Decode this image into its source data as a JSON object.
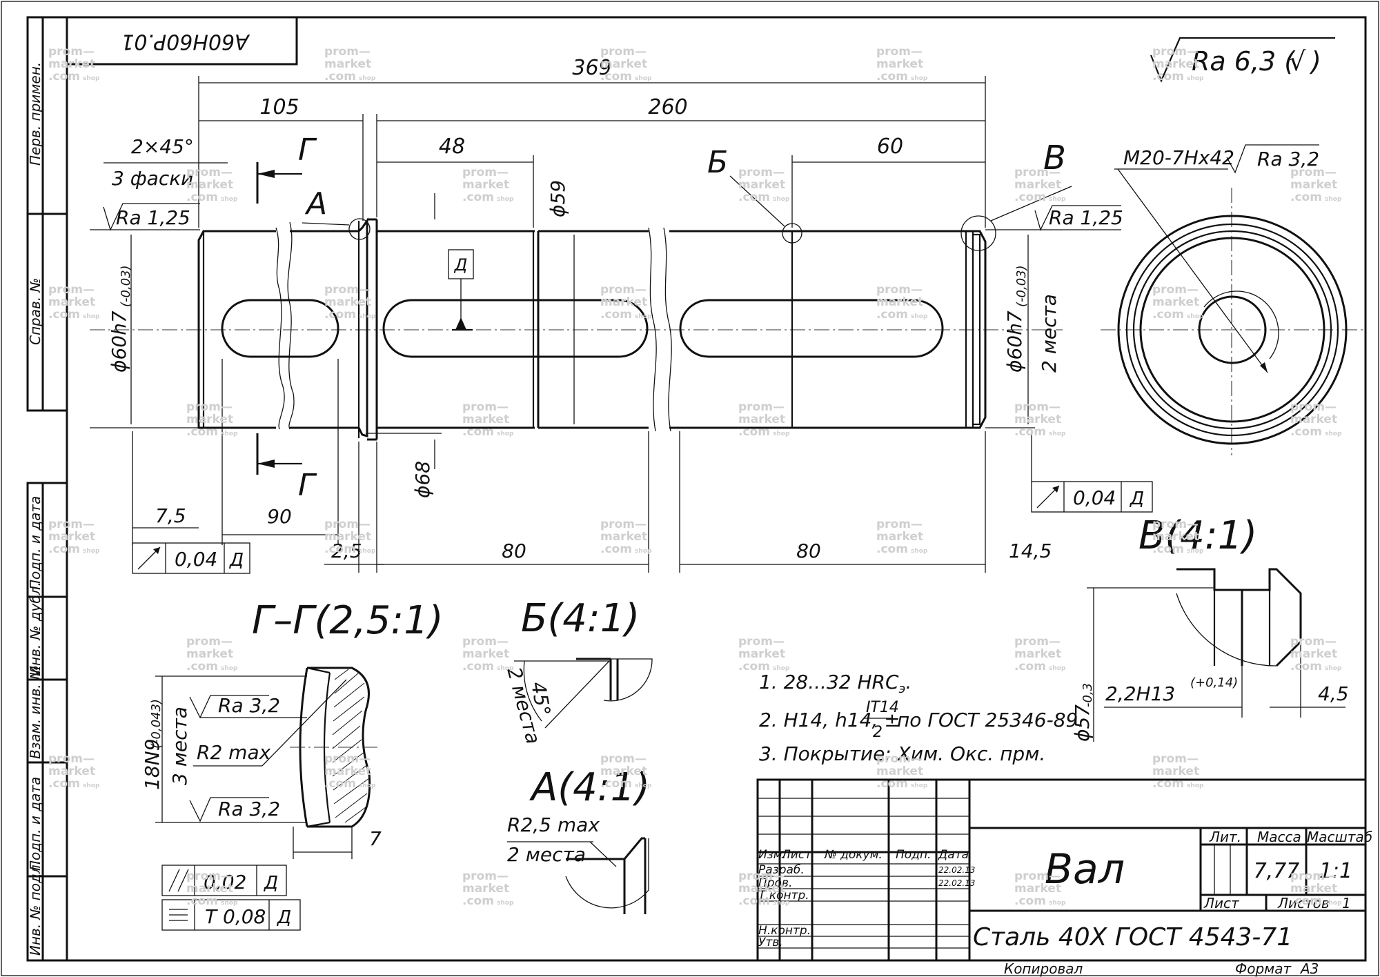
{
  "drawing_code": "А60Н60Р.01",
  "side_strip": [
    "Перв. примен.",
    "Справ. №",
    "Подп. и дата",
    "Инв. № дубл.",
    "Взам. инв. №",
    "Подп. и дата",
    "Инв. № подл."
  ],
  "roughness_general": "Ra 6,3 (",
  "roughness_general_check": "√",
  "roughness_general_close": ")",
  "dims": {
    "total": "369",
    "d105": "105",
    "d260": "260",
    "d48": "48",
    "d60": "60",
    "chamfer": "2×45°",
    "chamfer_note": "3 фаски",
    "ra125_left": "Ra 1,25",
    "ra125_right": "Ra 1,25",
    "dia60_left": "ϕ60h7",
    "dia60_left_tol": "(-0,03)",
    "dia60_right": "ϕ60h7",
    "dia60_right_tol": "(-0,03)",
    "places2": "2 места",
    "dia59": "ϕ59",
    "dia68": "ϕ68",
    "d75": "7,5",
    "d90": "90",
    "d25": "2,5",
    "d80a": "80",
    "d80b": "80",
    "d145": "14,5",
    "datum": "Д",
    "thread": "M20-7Hx42",
    "ra32_thread": "Ra 3,2"
  },
  "labels": {
    "A": "А",
    "B": "Б",
    "V": "В",
    "G": "Г",
    "G2": "Г"
  },
  "tolerance_left": {
    "value": "0,04",
    "datum": "Д"
  },
  "tolerance_right": {
    "value": "0,04",
    "datum": "Д"
  },
  "section_gg": {
    "title": "Г–Г(2,5:1)",
    "ra32a": "Ra 3,2",
    "r2": "R2 max",
    "ra32b": "Ra 3,2",
    "width": "18N9",
    "width_tol": "(-0,043)",
    "places": "3 места",
    "depth": "7",
    "tol1": {
      "value": "0,02",
      "datum": "Д"
    },
    "tol2": {
      "value": "T 0,08",
      "datum": "Д"
    }
  },
  "detail_b": {
    "title": "Б(4:1)",
    "angle": "45°",
    "places": "2 места"
  },
  "detail_a": {
    "title": "А(4:1)",
    "radius": "R2,5 max",
    "places": "2 места"
  },
  "detail_v": {
    "title": "В(4:1)",
    "dia": "ϕ57",
    "dia_tol": "-0,3",
    "groove": "2,2H13",
    "groove_tol": "(+0,14)",
    "width": "4,5"
  },
  "notes": {
    "n1_prefix": "1. 28...32 HRC",
    "n1_sub": "э",
    "n1_suffix": ".",
    "n2_prefix": "2. H14, h14, ±",
    "n2_num": "IT14",
    "n2_den": "2",
    "n2_suffix": "по ГОСТ 25346-89.",
    "n3": "3. Покрытие: Хим. Окс. прм."
  },
  "title_block": {
    "name": "Вал",
    "material": "Сталь 40Х ГОСТ 4543-71",
    "lit": "Лит.",
    "mass_label": "Масса",
    "scale_label": "Масштаб",
    "mass": "7,77",
    "scale": "1:1",
    "sheet": "Лист",
    "sheets": "Листов",
    "sheets_num": "1",
    "h_izm": "Изм.",
    "h_list": "Лист",
    "h_doc": "№ докум.",
    "h_sign": "Подп.",
    "h_date": "Дата",
    "r_razrab": "Разраб.",
    "r_prov": "Пров.",
    "r_tkontr": "Т.контр.",
    "r_nkontr": "Н.контр.",
    "r_utv": "Утв.",
    "date1": "22.02.13",
    "date2": "22.02.13",
    "copied": "Копировал",
    "format_label": "Формат",
    "format": "А3"
  },
  "watermark": {
    "line1": "prom—",
    "line2": "market",
    "line3": ".com",
    "shop": "shop"
  }
}
